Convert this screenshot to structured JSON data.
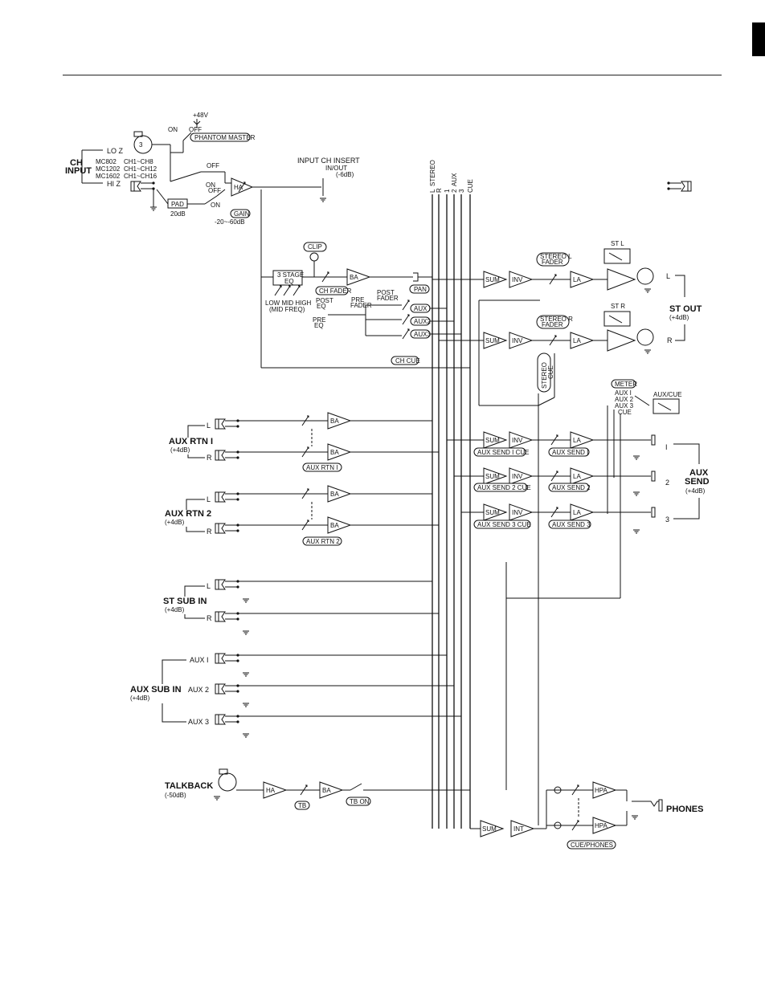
{
  "inputs": {
    "ch_input": "CH\nINPUT",
    "lo_z": "LO Z",
    "hi_z": "HI Z",
    "models": [
      "MC802",
      "MC1202",
      "MC1602"
    ],
    "channels": [
      "CH1~CH8",
      "CH1~CH12",
      "CH1~CH16"
    ],
    "v48": "+48V",
    "on": "ON",
    "off": "OFF",
    "phantom_master": "PHANTOM MASTER",
    "pad": "PAD",
    "pad_value": "20dB",
    "ha": "HA",
    "gain": "GAIN",
    "gain_range": "-20~-60dB",
    "insert_title": "INPUT CH INSERT",
    "insert_inout": "IN/OUT",
    "insert_level": "(-6dB)"
  },
  "channel": {
    "clip": "CLIP",
    "eq_title": "3 STAGE\nEQ",
    "eq_bands": "LOW MID HIGH",
    "eq_mid": "(MID FREQ)",
    "ba": "BA",
    "ch_fader": "CH FADER",
    "pan": "PAN",
    "post_eq": "POST\nEQ",
    "pre_eq": "PRE\nEQ",
    "post_fader": "POST\nFADER",
    "pre_fader": "PRE\nFADER",
    "aux1": "AUX I",
    "aux2": "AUX2",
    "aux3": "AUX3",
    "ch_cue": "CH CUE"
  },
  "buses": {
    "labels": [
      "L",
      "R",
      "1",
      "2",
      "3",
      "CUE"
    ],
    "stereo": "STEREO",
    "aux": "AUX"
  },
  "stereo": {
    "sum": "SUM",
    "inv": "INV",
    "la": "LA",
    "stereo_l_fader": "STEREO L\nFADER",
    "stereo_r_fader": "STEREO R\nFADER",
    "st_l": "ST L",
    "st_r": "ST R",
    "l": "L",
    "r": "R",
    "st_out": "ST OUT",
    "st_out_level": "(+4dB)",
    "stereo_cue": "STEREO\nCUE"
  },
  "aux_returns": {
    "aux_rtn1": "AUX RTN I",
    "aux_rtn1_level": "(+4dB)",
    "aux_rtn1_pill": "AUX RTN I",
    "aux_rtn2": "AUX RTN 2",
    "aux_rtn2_level": "(+4dB)",
    "aux_rtn2_pill": "AUX RTN 2",
    "l": "L",
    "r": "R",
    "ba": "BA"
  },
  "aux_send": {
    "meter": "METER",
    "meter_sel": [
      "AUX I",
      "AUX 2",
      "AUX 3",
      "CUE"
    ],
    "aux_cue": "AUX/CUE",
    "send1_cue": "AUX SEND I CUE",
    "send2_cue": "AUX SEND 2 CUE",
    "send3_cue": "AUX SEND 3 CUE",
    "send1": "AUX SEND I",
    "send2": "AUX SEND 2",
    "send3": "AUX SEND 3",
    "outs": [
      "I",
      "2",
      "3"
    ],
    "aux_send_title": "AUX\nSEND",
    "aux_send_level": "(+4dB)"
  },
  "st_sub_in": {
    "title": "ST SUB IN",
    "level": "(+4dB)",
    "l": "L",
    "r": "R"
  },
  "aux_sub_in": {
    "title": "AUX SUB IN",
    "level": "(+4dB)",
    "aux1": "AUX I",
    "aux2": "AUX 2",
    "aux3": "AUX 3"
  },
  "talkback": {
    "title": "TALKBACK",
    "level": "(-50dB)",
    "ha": "HA",
    "ba": "BA",
    "tb": "TB",
    "tb_on": "TB ON",
    "sum": "SUM",
    "int": "INT",
    "hpa": "HPA",
    "phones": "PHONES",
    "cue_phones": "CUE/PHONES"
  }
}
